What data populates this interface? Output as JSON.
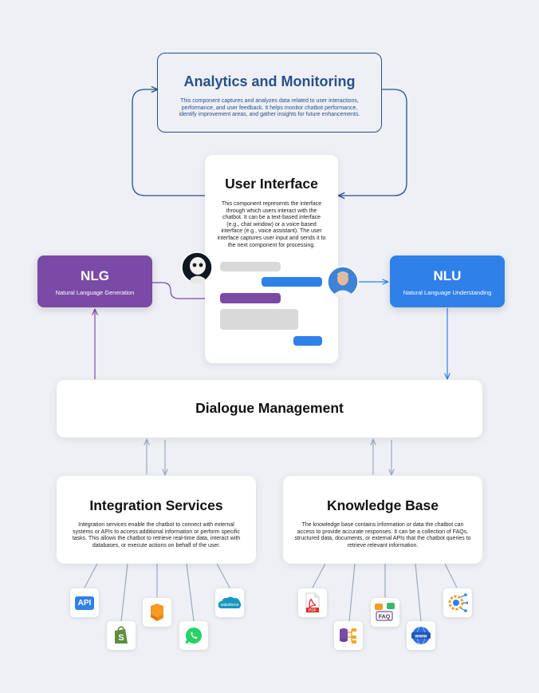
{
  "analytics": {
    "title": "Analytics and Monitoring",
    "desc": "This component captures and analyzes data related to user interactions, performance, and user feedback. It helps monitor chatbot performance, identify improvement areas, and gather insights for future enhancements."
  },
  "ui": {
    "title": "User Interface",
    "desc": "This component represents the interface through which users interact with the chatbot. It can be a text-based interface (e.g., chat window) or a voice-based interface (e.g., voice assistant). The user interface captures user input and sends it to the next component for processing."
  },
  "nlg": {
    "title": "NLG",
    "subtitle": "Natural Language Generation",
    "color": "#7a4aa6"
  },
  "nlu": {
    "title": "NLU",
    "subtitle": "Natural Language Understanding",
    "color": "#2f80e8"
  },
  "dialogue": {
    "title": "Dialogue Management"
  },
  "integration": {
    "title": "Integration Services",
    "desc": "Integration services enable the chatbot to connect with external systems or APIs to access additional information or perform specific tasks. This allows the chatbot to retrieve real-time data, interact with databases, or execute actions on behalf of the user."
  },
  "knowledge": {
    "title": "Knowledge Base",
    "desc": "The knowledge base contains information or data the chatbot can access to provide accurate responses. It can be a collection of FAQs, structured data, documents, or external APIs that the chatbot queries to retrieve relevant information."
  },
  "icons": {
    "api_label": "API",
    "salesforce_label": "salesforce",
    "pdf_label": "PDF",
    "faq_label": "FAQ",
    "www_label": "www"
  },
  "colors": {
    "navy": "#27508a",
    "purple": "#7a4aa6",
    "blue": "#2f80e8",
    "grey_bubble": "#d9d9d9",
    "connector": "#9aa8bf"
  }
}
